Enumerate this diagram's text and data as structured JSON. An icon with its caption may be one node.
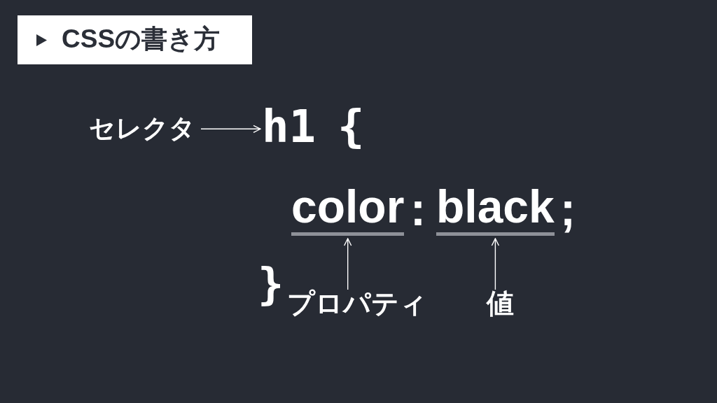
{
  "diagram": {
    "title": "CSSの書き方",
    "nodes": [
      {
        "text": [
          "セレクタ"
        ]
      },
      {
        "text": [
          "h1"
        ]
      },
      {
        "text": [
          "color"
        ]
      },
      {
        "text": [
          "black"
        ]
      },
      {
        "text": [
          "プロパティ"
        ]
      },
      {
        "text": [
          "値"
        ]
      }
    ],
    "edges": [
      {
        "from": 0,
        "to": 1,
        "arrow": "to"
      },
      {
        "from": 4,
        "to": 2,
        "arrow": "to"
      },
      {
        "from": 5,
        "to": 3,
        "arrow": "to"
      }
    ],
    "labels": [
      "{",
      ":",
      ";",
      "}"
    ]
  }
}
